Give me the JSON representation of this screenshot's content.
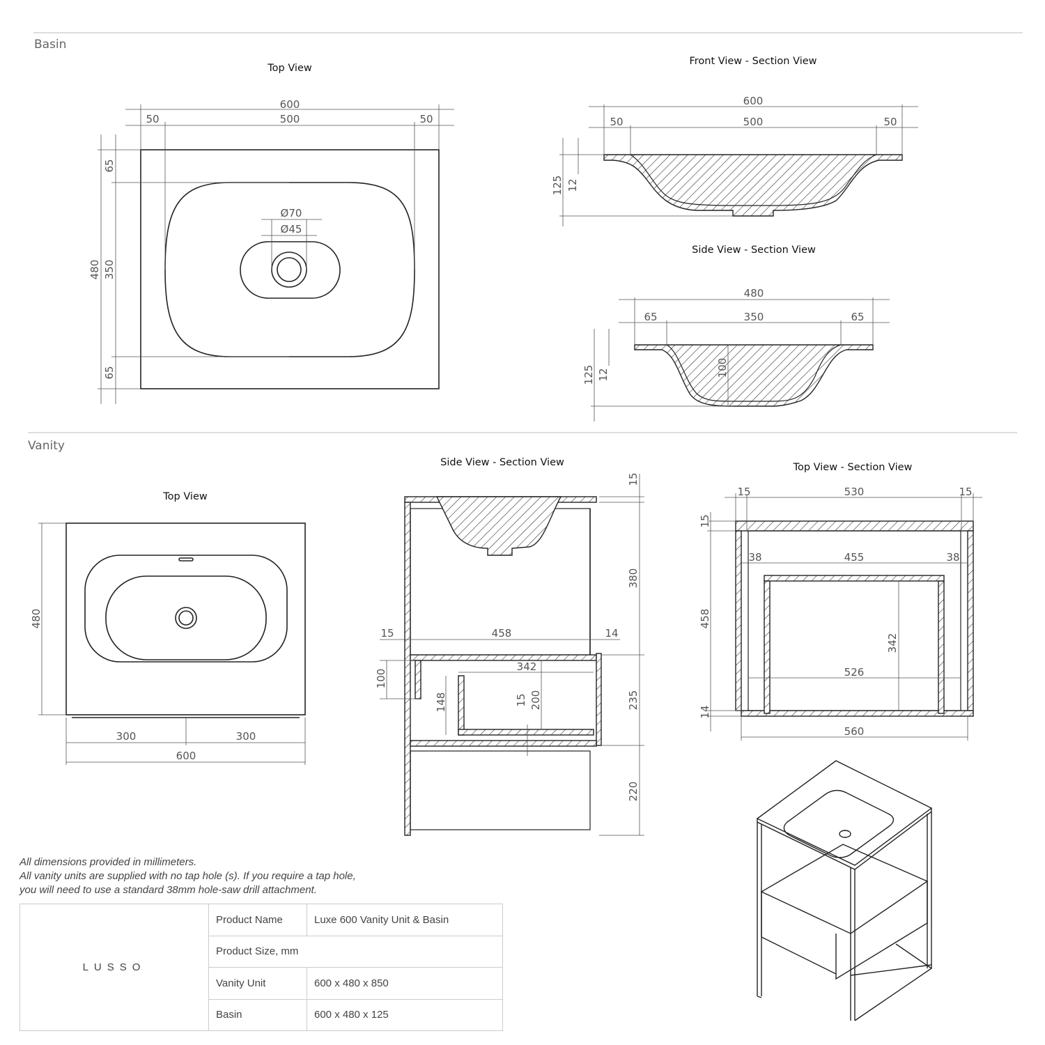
{
  "sections": {
    "basin": "Basin",
    "vanity": "Vanity"
  },
  "basin_top": {
    "title": "Top View",
    "dims": [
      "600",
      "50",
      "500",
      "50",
      "65",
      "480",
      "350",
      "65"
    ],
    "holes": [
      "Ø70",
      "Ø45"
    ]
  },
  "basin_front": {
    "title": "Front View - Section View",
    "dims": [
      "600",
      "50",
      "500",
      "50",
      "125",
      "12"
    ]
  },
  "basin_side": {
    "title": "Side View - Section View",
    "dims": [
      "480",
      "65",
      "350",
      "65",
      "125",
      "12",
      "100"
    ]
  },
  "vanity_top": {
    "title": "Top View",
    "dims": [
      "480",
      "300",
      "300",
      "600"
    ]
  },
  "vanity_side": {
    "title": "Side View - Section View",
    "dims": [
      "15",
      "380",
      "15",
      "458",
      "14",
      "100",
      "342",
      "148",
      "15",
      "200",
      "235",
      "220"
    ]
  },
  "vanity_top_section": {
    "title": "Top View - Section View",
    "dims": [
      "15",
      "530",
      "15",
      "15",
      "38",
      "455",
      "38",
      "458",
      "342",
      "526",
      "14",
      "560"
    ]
  },
  "notes": [
    "All dimensions provided in millimeters.",
    "All vanity units are supplied with no tap hole (s). If you require a tap hole,",
    "you will need to use a standard 38mm hole-saw drill attachment."
  ],
  "spec_table": {
    "logo": "LUSSO",
    "product_name_label": "Product Name",
    "product_name": "Luxe 600 Vanity Unit & Basin",
    "size_label": "Product Size, mm",
    "vanity_label": "Vanity Unit",
    "vanity_size": "600 x 480 x 850",
    "basin_label": "Basin",
    "basin_size": "600 x 480 x 125"
  }
}
